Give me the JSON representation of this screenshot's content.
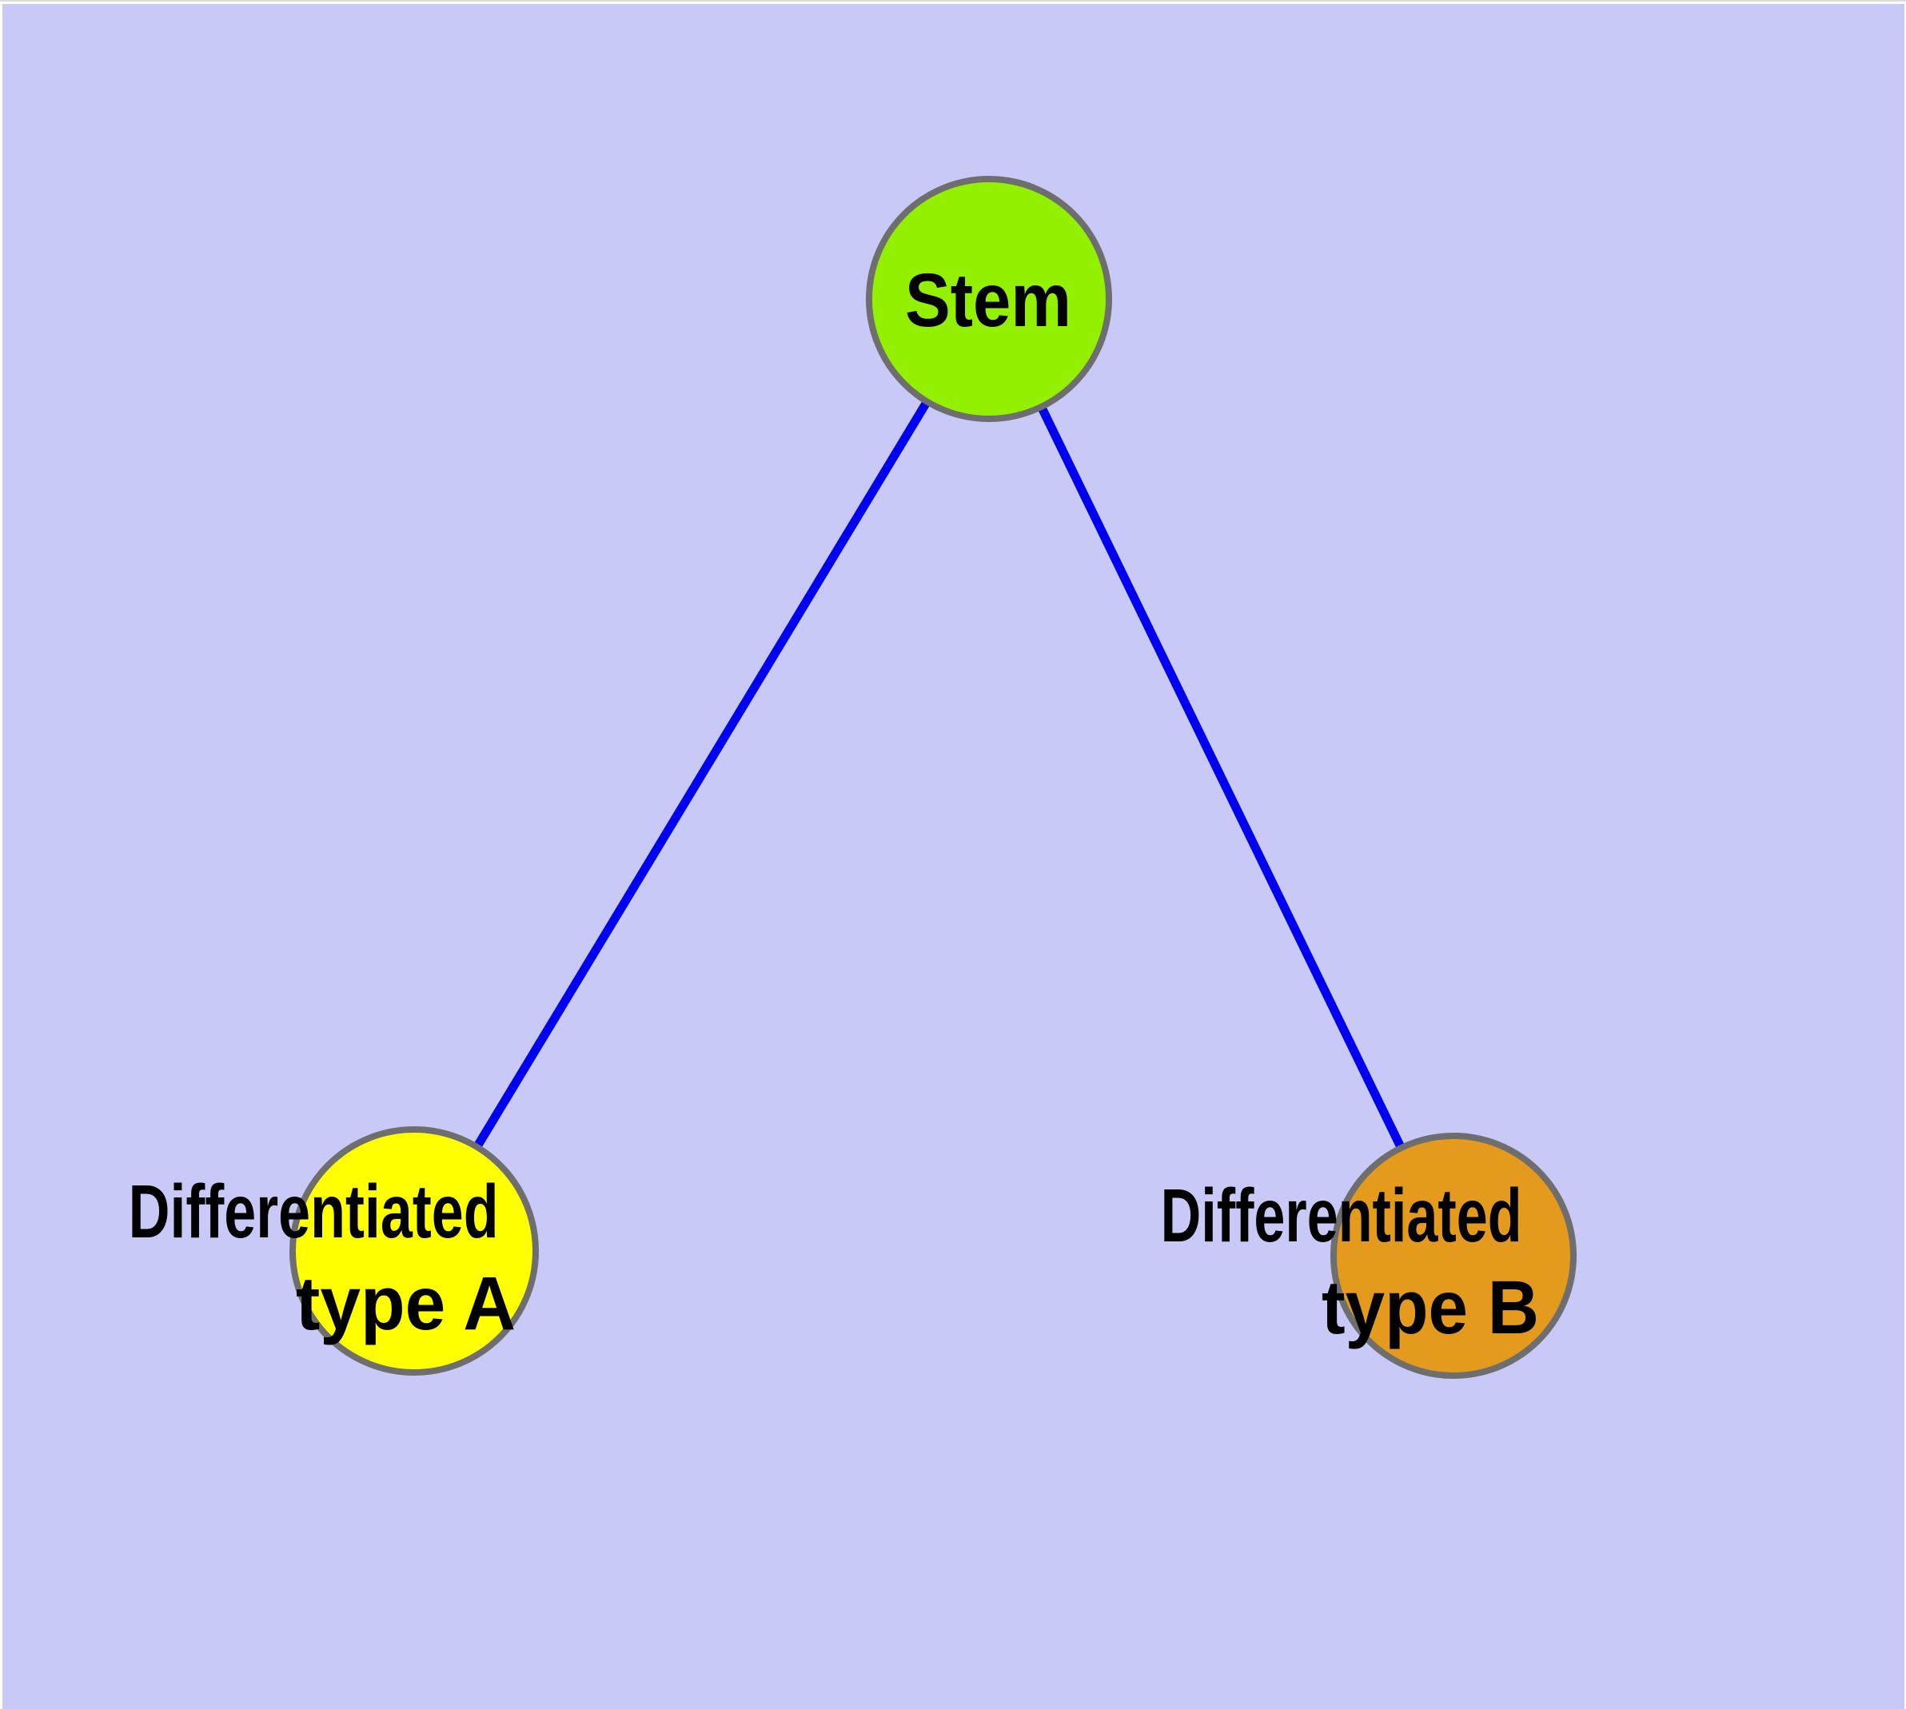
{
  "diagram": {
    "background_color": "#C9C9F8",
    "top_edge_line_color": "#DCDCDC",
    "edge_color": "#0000F0",
    "node_border_color": "#6E6E6E",
    "label_color": "#000000",
    "nodes": [
      {
        "id": "stem",
        "label": "Stem",
        "fill": "#93F000"
      },
      {
        "id": "differentiated-type-a",
        "label": "Differentiated type A",
        "label_line1": "Differentiated",
        "label_line2": "type A",
        "fill": "#FFFF00"
      },
      {
        "id": "differentiated-type-b",
        "label": "Differentiated type B",
        "label_line1": "Differentiated",
        "label_line2": "type B",
        "fill": "#E49B1D"
      }
    ],
    "edges": [
      {
        "from": "Stem",
        "to": "Differentiated type A"
      },
      {
        "from": "Stem",
        "to": "Differentiated type B"
      }
    ]
  }
}
